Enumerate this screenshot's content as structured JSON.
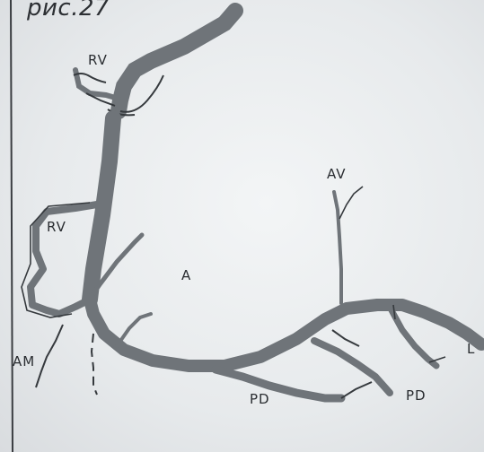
{
  "figure": {
    "title": "рис.27"
  },
  "labels": {
    "rv_top": "RV",
    "rv_left": "RV",
    "av": "AV",
    "a": "A",
    "am": "AM",
    "pd_middle": "PD",
    "pd_right": "PD",
    "l": "L"
  },
  "colors": {
    "vessel": "#6f7479",
    "outline": "#35393d",
    "paper": "#e9ecee"
  }
}
